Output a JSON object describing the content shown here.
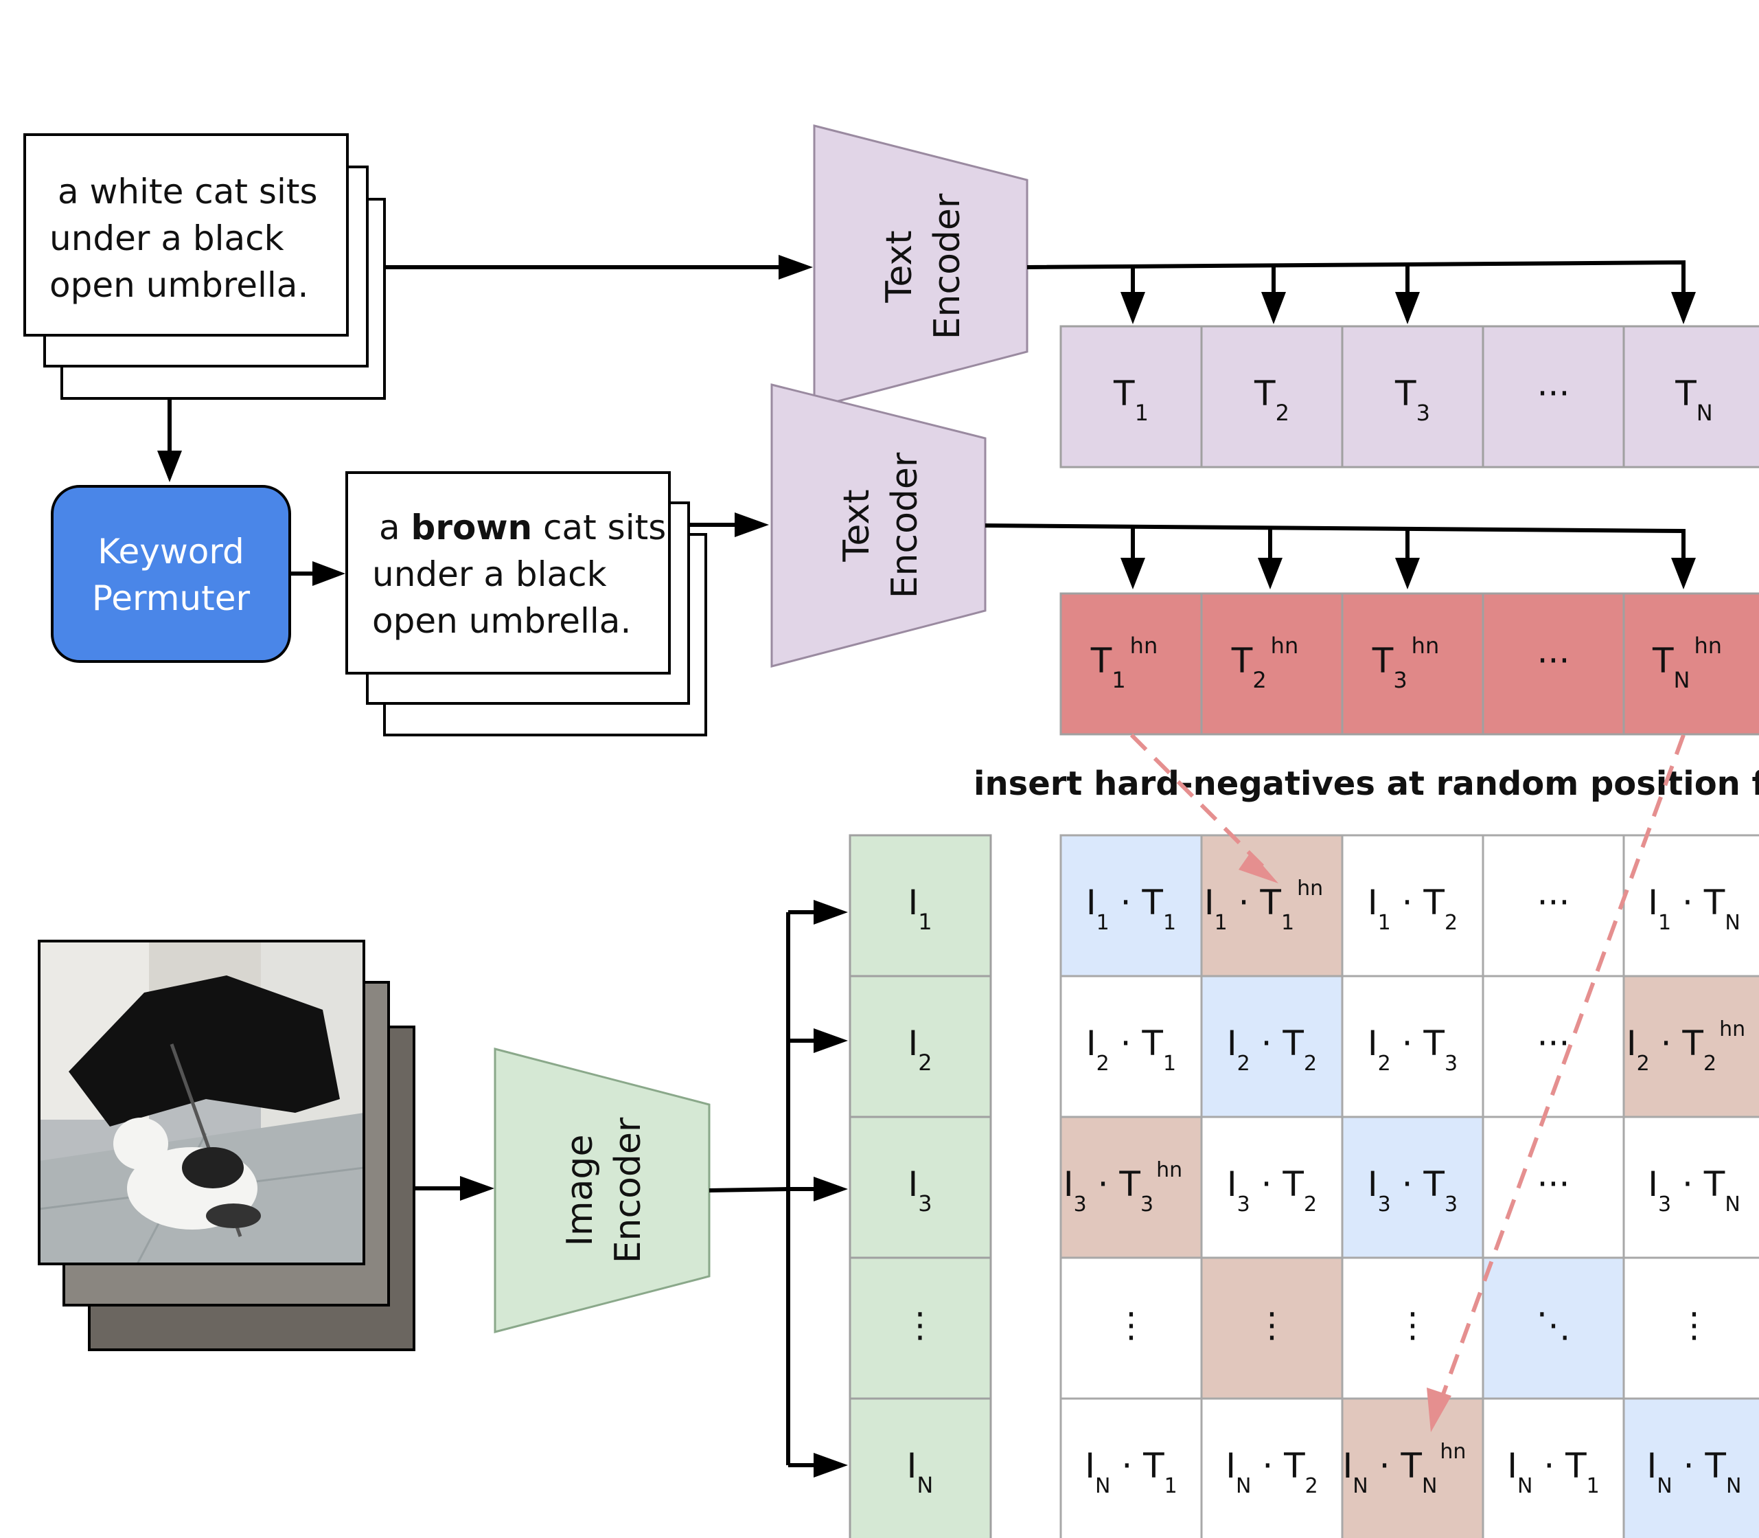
{
  "colors": {
    "text_encoder_fill": "#e1d5e7",
    "image_encoder_fill": "#d5e8d4",
    "text_embed_fill": "#e1d5e7",
    "hardneg_embed_fill": "#e08888",
    "image_embed_fill": "#d5e8d4",
    "positive_cell": "#dae8fc",
    "hardneg_cell": "#e1c7bd",
    "keyword_permuter_fill": "#4a86e8",
    "dashed_arrow": "#e58f8f"
  },
  "caption_original": {
    "line1": "a white cat sits",
    "line2": "under a black",
    "line3": "open umbrella."
  },
  "caption_permuted": {
    "line1_pre": "a ",
    "line1_bold": "brown",
    "line1_post": " cat sits",
    "line2": "under a black",
    "line3": "open umbrella."
  },
  "keyword_permuter": {
    "line1": "Keyword",
    "line2": "Permuter"
  },
  "text_encoder_top": {
    "line1": "Text",
    "line2": "Encoder"
  },
  "text_encoder_bottom": {
    "line1": "Text",
    "line2": "Encoder"
  },
  "image_encoder": {
    "line1": "Image",
    "line2": "Encoder"
  },
  "image_icon": "cat-under-umbrella-photo",
  "hard_negative_label": {
    "text": "insert hard-negatives at random position for I",
    "sub": "i"
  },
  "text_embeddings": [
    {
      "main": "T",
      "sub": "1",
      "sup": ""
    },
    {
      "main": "T",
      "sub": "2",
      "sup": ""
    },
    {
      "main": "T",
      "sub": "3",
      "sup": ""
    },
    {
      "main": "···",
      "sub": "",
      "sup": ""
    },
    {
      "main": "T",
      "sub": "N",
      "sup": ""
    }
  ],
  "hardneg_embeddings": [
    {
      "main": "T",
      "sub": "1",
      "sup": "hn"
    },
    {
      "main": "T",
      "sub": "2",
      "sup": "hn"
    },
    {
      "main": "T",
      "sub": "3",
      "sup": "hn"
    },
    {
      "main": "···",
      "sub": "",
      "sup": ""
    },
    {
      "main": "T",
      "sub": "N",
      "sup": "hn"
    }
  ],
  "image_embeddings": [
    {
      "main": "I",
      "sub": "1"
    },
    {
      "main": "I",
      "sub": "2"
    },
    {
      "main": "I",
      "sub": "3"
    },
    {
      "main": "⋮",
      "sub": ""
    },
    {
      "main": "I",
      "sub": "N"
    }
  ],
  "matrix": [
    [
      {
        "type": "product",
        "i": "1",
        "t": "1",
        "sup": "",
        "fill": "positive"
      },
      {
        "type": "product",
        "i": "1",
        "t": "1",
        "sup": "hn",
        "fill": "hardneg"
      },
      {
        "type": "product",
        "i": "1",
        "t": "2",
        "sup": "",
        "fill": "none"
      },
      {
        "type": "text",
        "text": "···",
        "fill": "none"
      },
      {
        "type": "product",
        "i": "1",
        "t": "N",
        "sup": "",
        "fill": "none"
      }
    ],
    [
      {
        "type": "product",
        "i": "2",
        "t": "1",
        "sup": "",
        "fill": "none"
      },
      {
        "type": "product",
        "i": "2",
        "t": "2",
        "sup": "",
        "fill": "positive"
      },
      {
        "type": "product",
        "i": "2",
        "t": "3",
        "sup": "",
        "fill": "none"
      },
      {
        "type": "text",
        "text": "···",
        "fill": "none"
      },
      {
        "type": "product",
        "i": "2",
        "t": "2",
        "sup": "hn",
        "fill": "hardneg"
      }
    ],
    [
      {
        "type": "product",
        "i": "3",
        "t": "3",
        "sup": "hn",
        "fill": "hardneg"
      },
      {
        "type": "product",
        "i": "3",
        "t": "2",
        "sup": "",
        "fill": "none"
      },
      {
        "type": "product",
        "i": "3",
        "t": "3",
        "sup": "",
        "fill": "positive"
      },
      {
        "type": "text",
        "text": "···",
        "fill": "none"
      },
      {
        "type": "product",
        "i": "3",
        "t": "N",
        "sup": "",
        "fill": "none"
      }
    ],
    [
      {
        "type": "text",
        "text": "⋮",
        "fill": "none"
      },
      {
        "type": "text",
        "text": "⋮",
        "fill": "hardneg"
      },
      {
        "type": "text",
        "text": "⋮",
        "fill": "none"
      },
      {
        "type": "text",
        "text": "⋱",
        "fill": "positive"
      },
      {
        "type": "text",
        "text": "⋮",
        "fill": "none"
      }
    ],
    [
      {
        "type": "product",
        "i": "N",
        "t": "1",
        "sup": "",
        "fill": "none"
      },
      {
        "type": "product",
        "i": "N",
        "t": "2",
        "sup": "",
        "fill": "none"
      },
      {
        "type": "product",
        "i": "N",
        "t": "N",
        "sup": "hn",
        "fill": "hardneg"
      },
      {
        "type": "product",
        "i": "N",
        "t": "1",
        "sup": "",
        "fill": "none"
      },
      {
        "type": "product",
        "i": "N",
        "t": "N",
        "sup": "",
        "fill": "positive"
      }
    ]
  ]
}
